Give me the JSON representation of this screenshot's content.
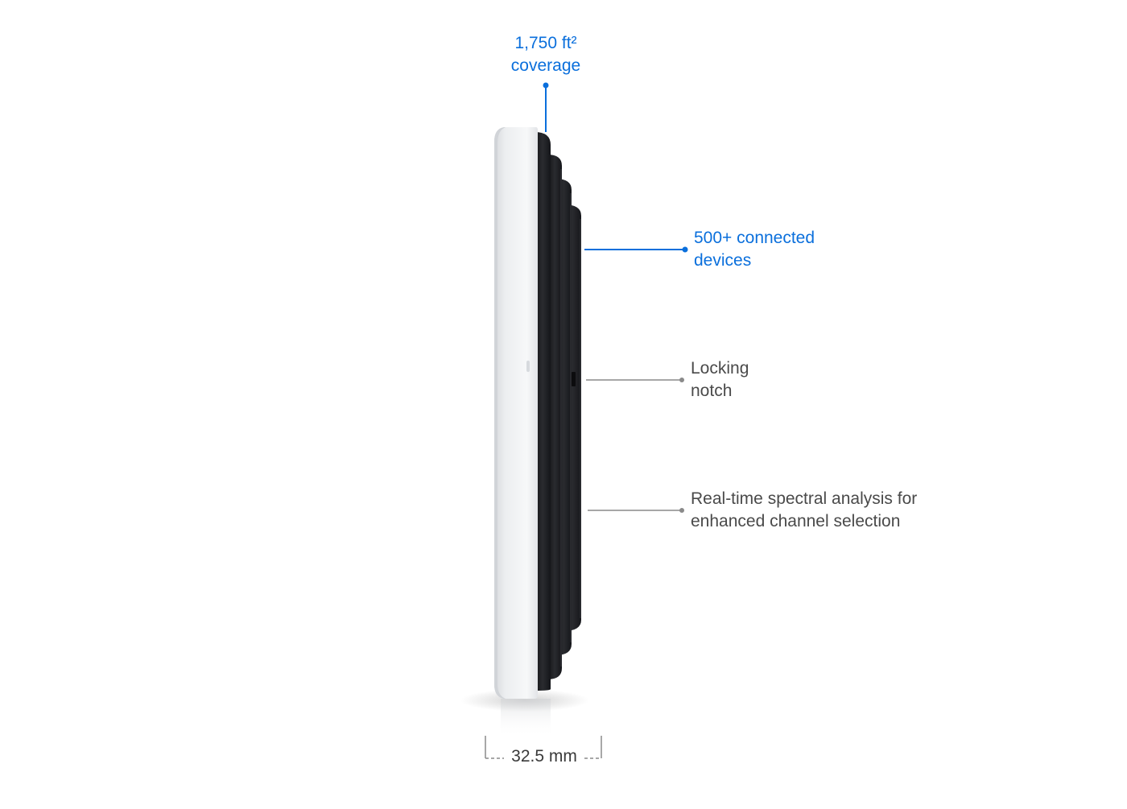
{
  "callouts": {
    "coverage": {
      "line1": "1,750 ft²",
      "line2": "coverage",
      "color": "#0a6fdc"
    },
    "devices": {
      "line1": "500+ connected",
      "line2": "devices",
      "color": "#0a6fdc"
    },
    "notch": {
      "line1": "Locking",
      "line2": "notch",
      "color": "#4a4a4a"
    },
    "spectral": {
      "line1": "Real-time spectral analysis for",
      "line2": "enhanced channel selection",
      "color": "#4a4a4a"
    }
  },
  "dimension": {
    "label": "32.5 mm"
  },
  "colors": {
    "accent_blue": "#0a6fdc",
    "leader_gray": "#8a8a8a",
    "device_white": "#f2f3f5",
    "device_black": "#1c1d20"
  }
}
